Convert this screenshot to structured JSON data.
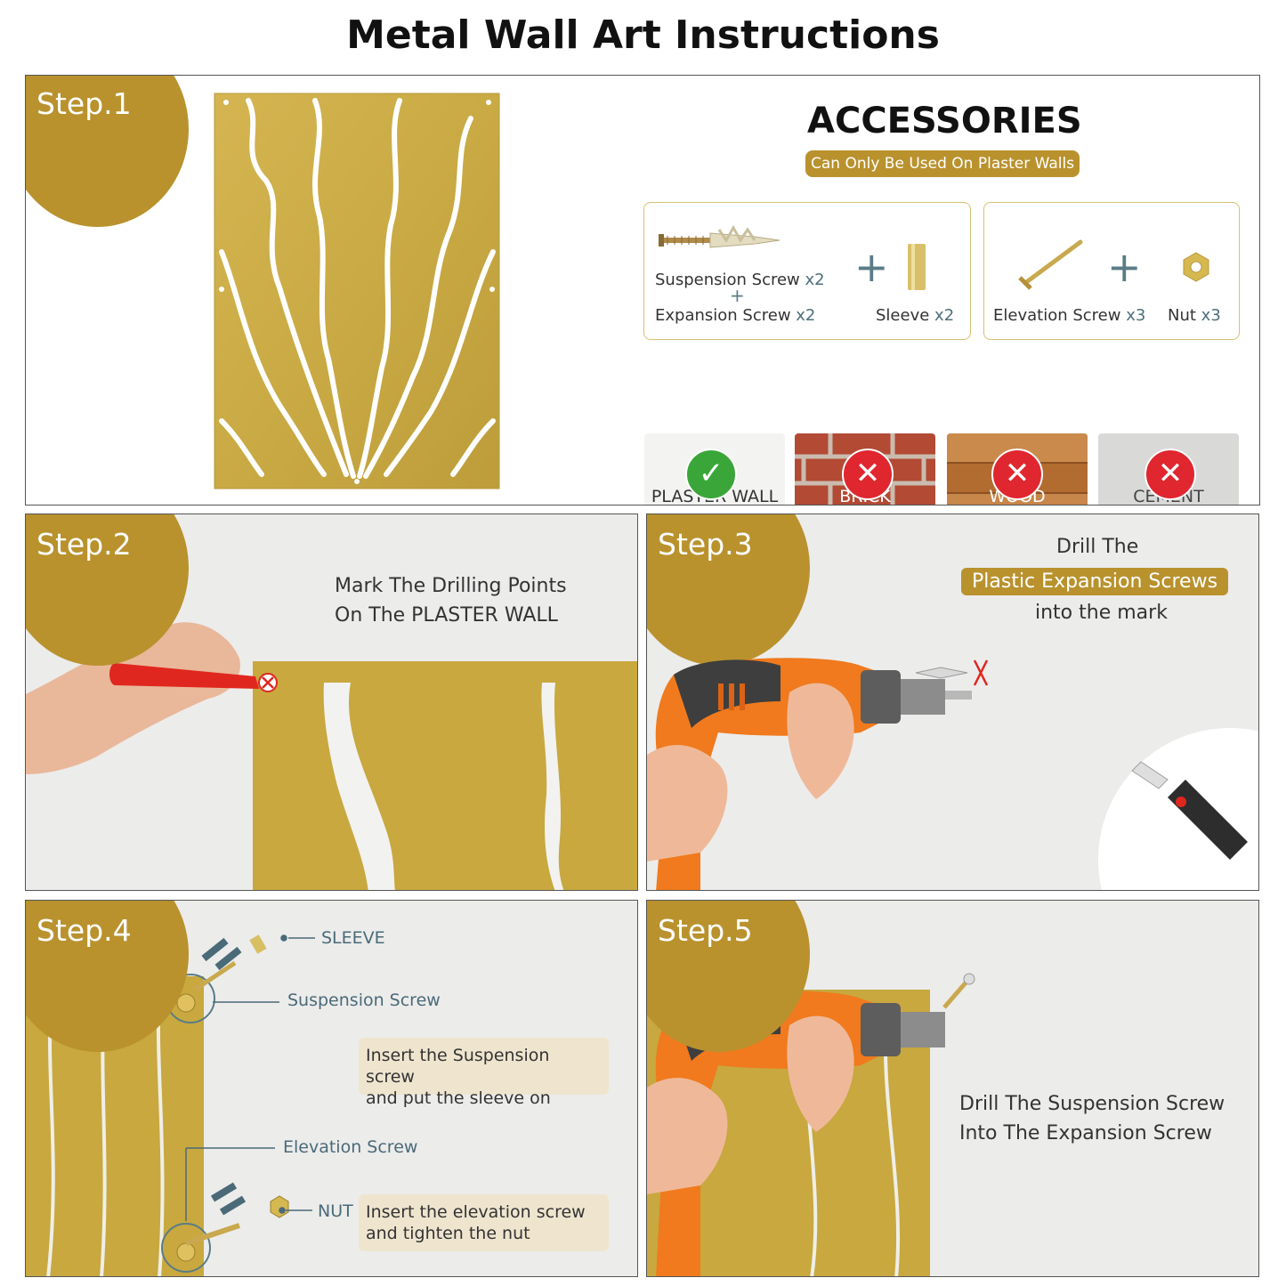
{
  "title": "Metal Wall Art Instructions",
  "colors": {
    "accent_gold": "#b9922e",
    "panel_gold": "#c8a83f",
    "ok_green": "#3aa63a",
    "no_red": "#e0262f",
    "label_blue": "#4a6a78"
  },
  "step1": {
    "badge": "Step.1",
    "accessories_title": "ACCESSORIES",
    "accessories_note": "Can Only Be Used On Plaster Walls",
    "kit_a": {
      "suspension": "Suspension Screw",
      "suspension_qty": "x2",
      "plus_small": "+",
      "expansion": "Expansion Screw",
      "expansion_qty": "x2",
      "plus": "+",
      "sleeve": "Sleeve",
      "sleeve_qty": "x2"
    },
    "kit_b": {
      "elevation": "Elevation Screw",
      "elevation_qty": "x3",
      "plus": "+",
      "nut": "Nut",
      "nut_qty": "x3"
    },
    "walls": [
      {
        "label": "PLASTER WALL",
        "status": "ok",
        "icon": "check-icon"
      },
      {
        "label": "BRICK",
        "status": "no",
        "icon": "cross-icon"
      },
      {
        "label": "WOOD",
        "status": "no",
        "icon": "cross-icon"
      },
      {
        "label": "CEMENT",
        "status": "no",
        "icon": "cross-icon"
      }
    ]
  },
  "step2": {
    "badge": "Step.2",
    "line1": "Mark The Drilling Points",
    "line2": "On The PLASTER WALL"
  },
  "step3": {
    "badge": "Step.3",
    "line1": "Drill The",
    "highlight": "Plastic Expansion Screws",
    "line3": "into the mark"
  },
  "step4": {
    "badge": "Step.4",
    "sleeve": "SLEEVE",
    "suspension_screw": "Suspension Screw",
    "callout1_line1": "Insert the Suspension screw",
    "callout1_line2": "and put the sleeve on",
    "elevation_screw": "Elevation Screw",
    "nut": "NUT",
    "callout2_line1": "Insert the elevation screw",
    "callout2_line2": "and tighten the nut"
  },
  "step5": {
    "badge": "Step.5",
    "line1": "Drill The Suspension Screw",
    "line2": "Into The Expansion Screw"
  }
}
